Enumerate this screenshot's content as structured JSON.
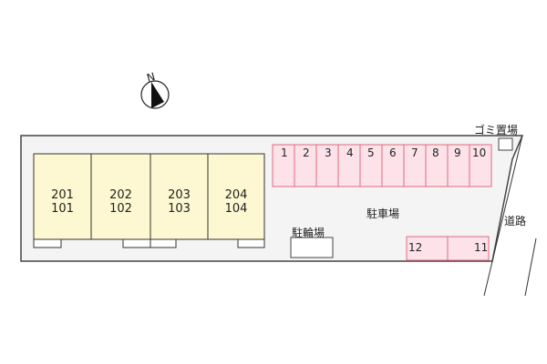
{
  "compass": {
    "label": "N",
    "icon": "north-arrow-icon"
  },
  "colors": {
    "lot_fill": "#f4f4f4",
    "lot_stroke": "#444444",
    "unit_fill": "#fdf8d2",
    "stall_fill": "#fde2ea",
    "stall_stroke": "#e06a7e"
  },
  "building": {
    "units": [
      {
        "upper": "201",
        "lower": "101"
      },
      {
        "upper": "202",
        "lower": "102"
      },
      {
        "upper": "203",
        "lower": "103"
      },
      {
        "upper": "204",
        "lower": "104"
      }
    ]
  },
  "parking": {
    "label": "駐車場",
    "top_row": [
      "1",
      "2",
      "3",
      "4",
      "5",
      "6",
      "7",
      "8",
      "9",
      "10"
    ],
    "bottom_row": [
      "12",
      "11"
    ]
  },
  "bicycle_parking": {
    "label": "駐輪場"
  },
  "garbage": {
    "label": "ゴミ置場"
  },
  "road": {
    "label": "道路"
  }
}
